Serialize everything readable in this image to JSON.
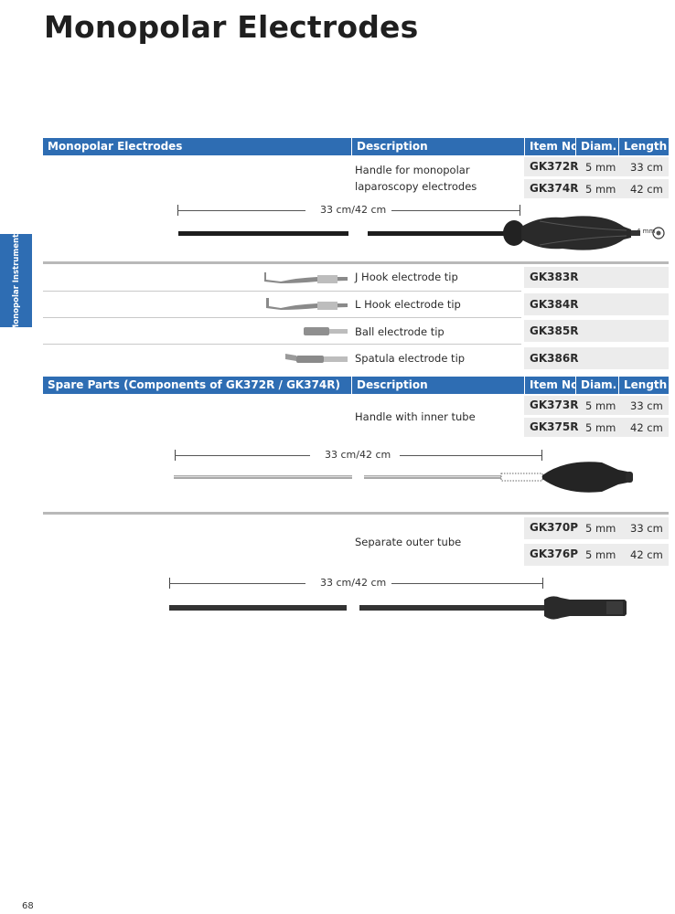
{
  "page": {
    "title": "Monopolar Electrodes",
    "side_tab": "Monopolar Instruments",
    "page_number": "68"
  },
  "section1": {
    "headers": {
      "name": "Monopolar Electrodes",
      "description": "Description",
      "item_no": "Item No.",
      "diam": "Diam.",
      "length": "Length"
    },
    "handle": {
      "description": "Handle for monopolar laparoscopy electrodes",
      "rows": [
        {
          "item": "GK372R",
          "diam": "5 mm",
          "length": "33 cm"
        },
        {
          "item": "GK374R",
          "diam": "5 mm",
          "length": "42 cm"
        }
      ],
      "dimension": "33 cm/42 cm",
      "connector_label": "4 mm"
    },
    "tips": [
      {
        "description": "J Hook electrode tip",
        "item": "GK383R"
      },
      {
        "description": "L Hook electrode tip",
        "item": "GK384R"
      },
      {
        "description": "Ball electrode tip",
        "item": "GK385R"
      },
      {
        "description": "Spatula electrode tip",
        "item": "GK386R"
      }
    ]
  },
  "section2": {
    "headers": {
      "name": "Spare Parts (Components of GK372R / GK374R)",
      "description": "Description",
      "item_no": "Item No.",
      "diam": "Diam.",
      "length": "Length"
    },
    "inner": {
      "description": "Handle with inner tube",
      "rows": [
        {
          "item": "GK373R",
          "diam": "5 mm",
          "length": "33 cm"
        },
        {
          "item": "GK375R",
          "diam": "5 mm",
          "length": "42 cm"
        }
      ],
      "dimension": "33 cm/42 cm"
    },
    "outer": {
      "description": "Separate outer tube",
      "rows": [
        {
          "item": "GK370P",
          "diam": "5 mm",
          "length": "33 cm"
        },
        {
          "item": "GK376P",
          "diam": "5 mm",
          "length": "42 cm"
        }
      ],
      "dimension": "33 cm/42 cm"
    }
  }
}
